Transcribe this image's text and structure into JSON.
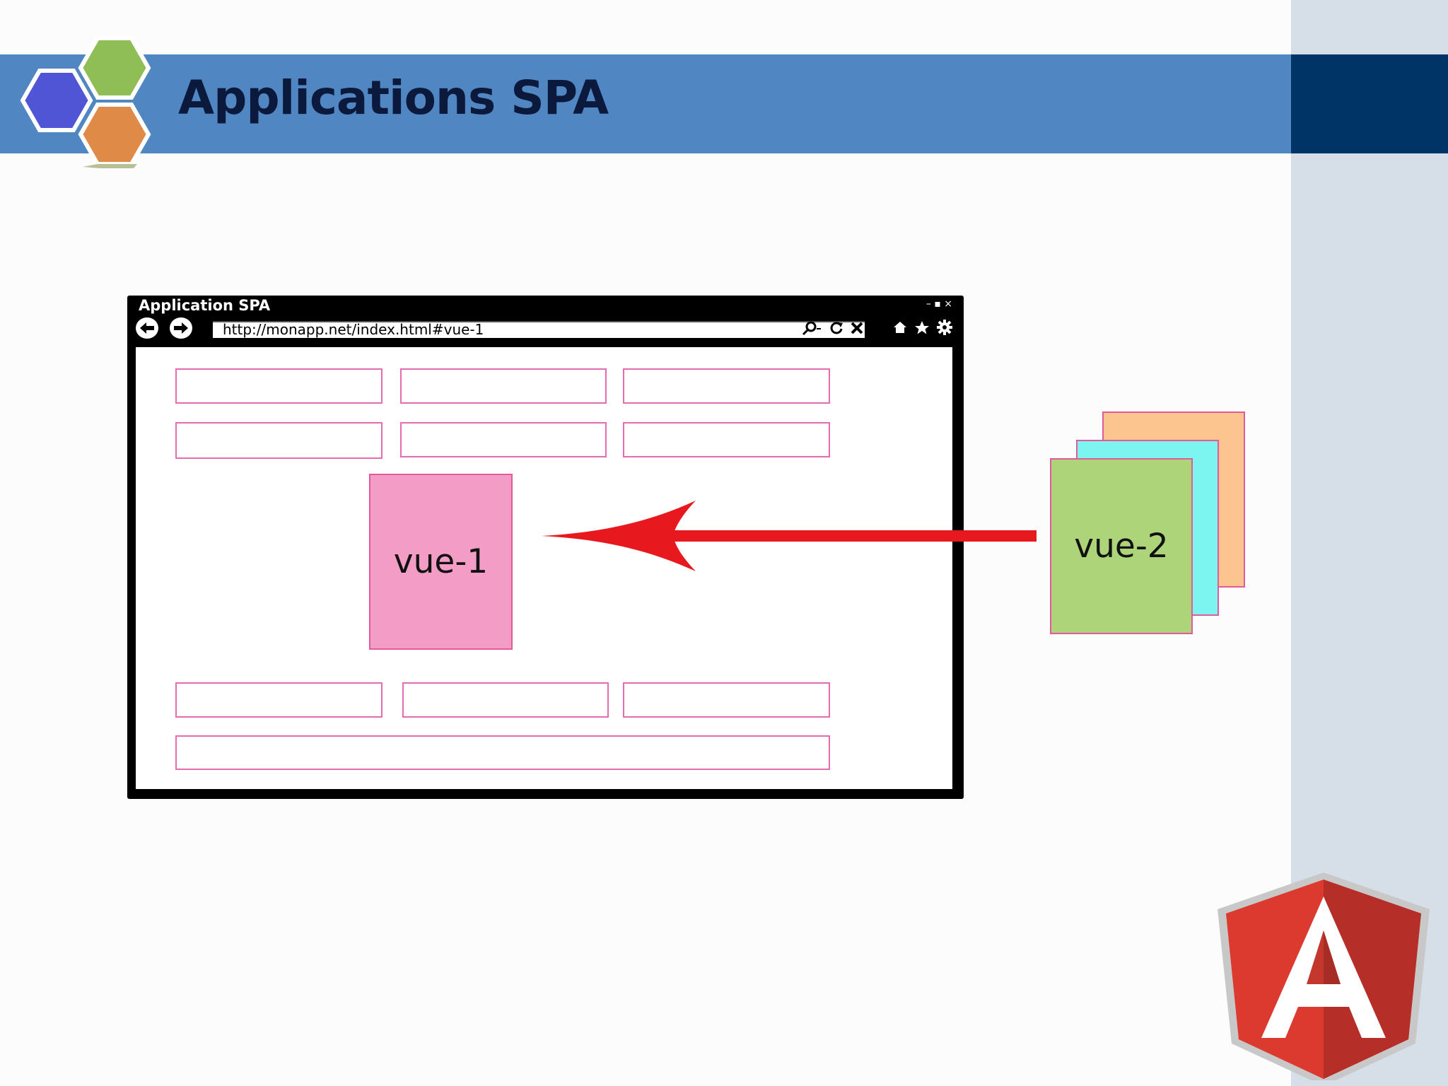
{
  "slide": {
    "title": "Applications SPA",
    "colors": {
      "header": "#5087c2",
      "header_dark": "#003366",
      "right_band": "#d6dee8"
    },
    "logo_icon": "hexagon-cluster-icon",
    "corner_icon": "angular-shield-icon"
  },
  "browser": {
    "window_title": "Application SPA",
    "window_controls": "– ▪ ×",
    "url": "http://monapp.net/index.html#vue-1",
    "icons": [
      "back-arrow-icon",
      "forward-arrow-icon",
      "search-icon",
      "refresh-icon",
      "stop-icon",
      "home-icon",
      "star-icon",
      "gear-icon"
    ]
  },
  "views": {
    "active_label": "vue-1",
    "incoming_label": "vue-2",
    "colors": {
      "active": "#f29cc6",
      "incoming": "#add478",
      "stack_cyan": "#7cf4f0",
      "stack_orange": "#fcc58f",
      "arrow": "#e8191e"
    }
  }
}
